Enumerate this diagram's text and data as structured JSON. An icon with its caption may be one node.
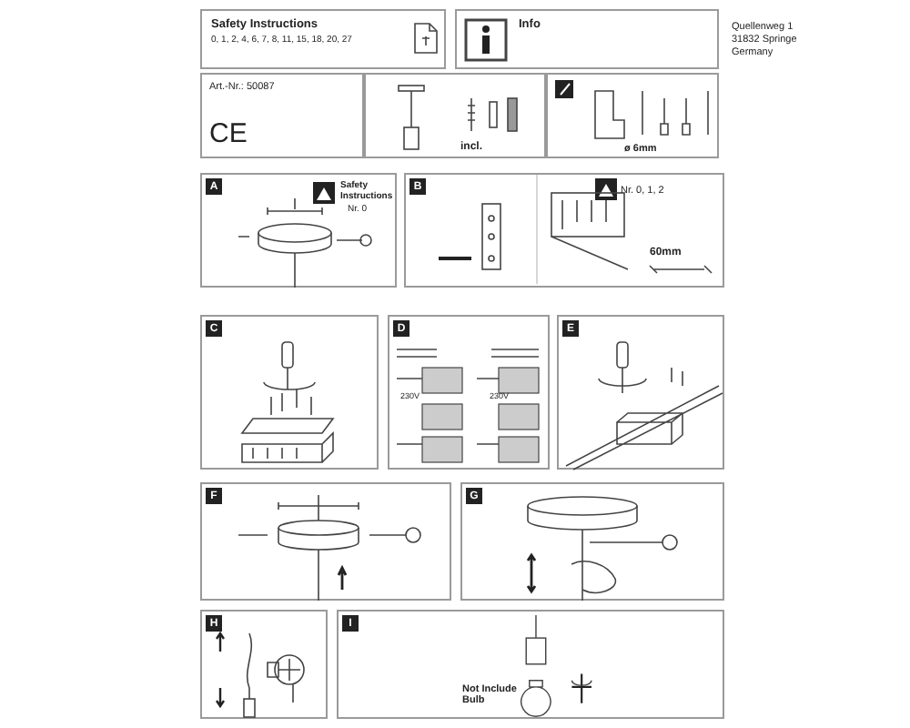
{
  "diagram": {
    "nodes": [
      {
        "text": [
          "Safety Instructions",
          "0, 1, 2, 4, 6, 7, 8, 11, 15, 18, 20, 27"
        ]
      },
      {
        "text": [
          "Info"
        ]
      },
      {
        "text": [
          "Art.-Nr.: 50087",
          "CE"
        ]
      },
      {
        "text": [
          "incl."
        ]
      },
      {
        "text": [
          "ø 6mm"
        ]
      },
      {
        "text": [
          "A",
          "Safety Instructions",
          "Nr. 0"
        ]
      },
      {
        "text": [
          "B",
          "Nr. 0, 1, 2",
          "60mm"
        ]
      },
      {
        "text": [
          "C"
        ]
      },
      {
        "text": [
          "D",
          "230V",
          "230V"
        ]
      },
      {
        "text": [
          "E"
        ]
      },
      {
        "text": [
          "F"
        ]
      },
      {
        "text": [
          "G"
        ]
      },
      {
        "text": [
          "H"
        ]
      },
      {
        "text": [
          "I",
          "Not Include Bulb"
        ]
      }
    ],
    "labels": [
      "Quellenweg 1",
      "31832 Springe",
      "Germany"
    ]
  }
}
